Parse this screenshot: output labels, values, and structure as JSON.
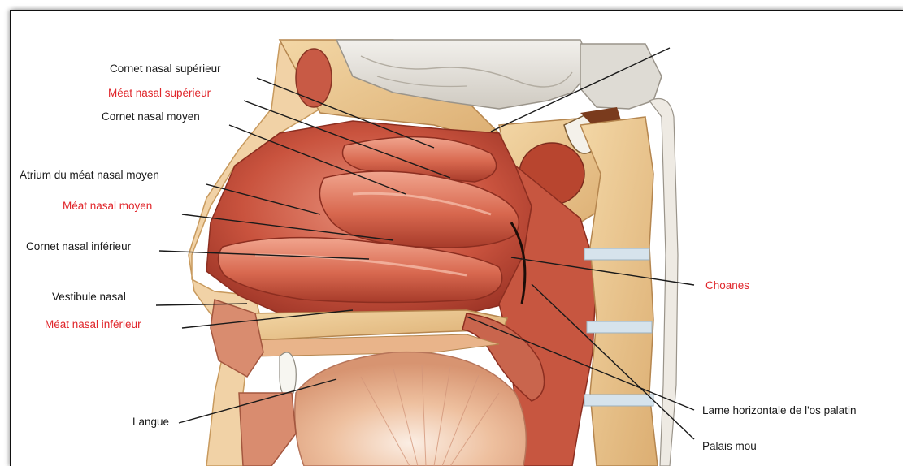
{
  "colors": {
    "label_black": "#1a1a1a",
    "label_red": "#e0262b",
    "mucosa": "#c9533e",
    "mucosa_light": "#e2826b",
    "bone": "#e9c48f",
    "brain": "#e6e3dc",
    "frame_border": "#111111"
  },
  "labels": [
    {
      "id": "cornet-nasal-superieur",
      "text": "Cornet nasal supérieur",
      "color": "black"
    },
    {
      "id": "meat-nasal-superieur",
      "text": "Méat nasal supérieur",
      "color": "red"
    },
    {
      "id": "cornet-nasal-moyen",
      "text": "Cornet nasal moyen",
      "color": "black"
    },
    {
      "id": "atrium-meat-nasal-moyen",
      "text": "Atrium du méat nasal moyen",
      "color": "black"
    },
    {
      "id": "meat-nasal-moyen",
      "text": "Méat nasal moyen",
      "color": "red"
    },
    {
      "id": "cornet-nasal-inferieur",
      "text": "Cornet nasal inférieur",
      "color": "black"
    },
    {
      "id": "vestibule-nasal",
      "text": "Vestibule nasal",
      "color": "black"
    },
    {
      "id": "meat-nasal-inferieur",
      "text": "Méat nasal inférieur",
      "color": "red"
    },
    {
      "id": "langue",
      "text": "Langue",
      "color": "black"
    },
    {
      "id": "choanes",
      "text": "Choanes",
      "color": "red"
    },
    {
      "id": "lame-horizontale",
      "text": "Lame horizontale de l'os palatin",
      "color": "black"
    },
    {
      "id": "palais-mou",
      "text": "Palais mou",
      "color": "black"
    }
  ]
}
